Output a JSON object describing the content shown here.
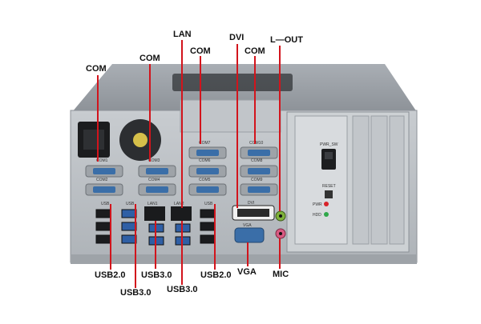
{
  "callouts": {
    "com_left": "COM",
    "com_mid": "COM",
    "lan": "LAN",
    "com_center": "COM",
    "dvi": "DVI",
    "com_right": "COM",
    "line_out": "L—OUT",
    "usb20_left": "USB2.0",
    "usb30_left": "USB3.0",
    "usb30_mid_upper": "USB3.0",
    "usb30_mid_lower": "USB3.0",
    "usb20_right": "USB2.0",
    "vga": "VGA",
    "mic": "MIC"
  },
  "panel_labels": {
    "com1": "COM1",
    "com2": "COM2",
    "com3": "COM3",
    "com4": "COM4",
    "com5": "COM5",
    "com6": "COM6",
    "com7": "COM7",
    "com8": "COM8",
    "com9": "COM9",
    "com10": "COM10",
    "usb_a": "USB",
    "usb_b": "USB",
    "usb_c": "USB",
    "lan1": "LAN1",
    "lan2": "LAN2",
    "dvi": "DVI",
    "vga": "VGA",
    "pwr_sw": "PWR_SW",
    "reset": "RESET",
    "pwr_led": "PWR",
    "hdd_led": "HDD"
  },
  "colors": {
    "callout_line": "#d2141c",
    "chassis": "#b7bcc2",
    "chassis_dark": "#8c9197",
    "panel": "#c4c8cc",
    "port_blue": "#3a6ea8",
    "power_led": "#d8232a",
    "hdd_led": "#2fa84a"
  }
}
